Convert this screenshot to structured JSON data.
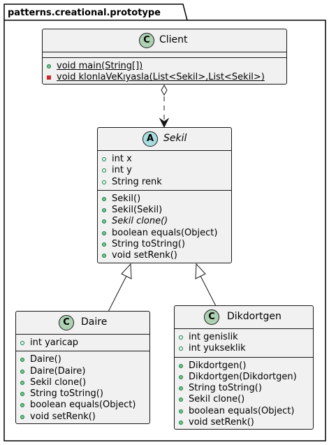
{
  "package": {
    "name": "patterns.creational.prototype"
  },
  "classes": {
    "client": {
      "stereotype": "C",
      "name": "Client",
      "fields": [],
      "methods": [
        {
          "vis": "public",
          "text": "void main(String[])",
          "static": true
        },
        {
          "vis": "private",
          "text": "void klonlaVeKıyasla(List<Sekil>,List<Sekil>)",
          "static": true
        }
      ]
    },
    "sekil": {
      "stereotype": "A",
      "name": "Sekil",
      "abstract": true,
      "fields": [
        {
          "vis": "public-field",
          "text": "int x"
        },
        {
          "vis": "public-field",
          "text": "int y"
        },
        {
          "vis": "public-field",
          "text": "String renk"
        }
      ],
      "methods": [
        {
          "vis": "public",
          "text": "Sekil()"
        },
        {
          "vis": "public",
          "text": "Sekil(Sekil)"
        },
        {
          "vis": "public",
          "text": "Sekil clone()",
          "abstract": true
        },
        {
          "vis": "public",
          "text": "boolean equals(Object)"
        },
        {
          "vis": "public",
          "text": "String toString()"
        },
        {
          "vis": "public",
          "text": "void setRenk()"
        }
      ]
    },
    "daire": {
      "stereotype": "C",
      "name": "Daire",
      "fields": [
        {
          "vis": "public-field",
          "text": "int yaricap"
        }
      ],
      "methods": [
        {
          "vis": "public",
          "text": "Daire()"
        },
        {
          "vis": "public",
          "text": "Daire(Daire)"
        },
        {
          "vis": "public",
          "text": "Sekil clone()"
        },
        {
          "vis": "public",
          "text": "String toString()"
        },
        {
          "vis": "public",
          "text": "boolean equals(Object)"
        },
        {
          "vis": "public",
          "text": "void setRenk()"
        }
      ]
    },
    "dikdortgen": {
      "stereotype": "C",
      "name": "Dikdortgen",
      "fields": [
        {
          "vis": "public-field",
          "text": "int genislik"
        },
        {
          "vis": "public-field",
          "text": "int yukseklik"
        }
      ],
      "methods": [
        {
          "vis": "public",
          "text": "Dikdortgen()"
        },
        {
          "vis": "public",
          "text": "Dikdortgen(Dikdortgen)"
        },
        {
          "vis": "public",
          "text": "String toString()"
        },
        {
          "vis": "public",
          "text": "Sekil clone()"
        },
        {
          "vis": "public",
          "text": "boolean equals(Object)"
        },
        {
          "vis": "public",
          "text": "void setRenk()"
        }
      ]
    }
  },
  "relations": [
    {
      "from": "client",
      "to": "sekil",
      "kind": "dependency-aggregation"
    },
    {
      "from": "daire",
      "to": "sekil",
      "kind": "inheritance"
    },
    {
      "from": "dikdortgen",
      "to": "sekil",
      "kind": "inheritance"
    }
  ]
}
